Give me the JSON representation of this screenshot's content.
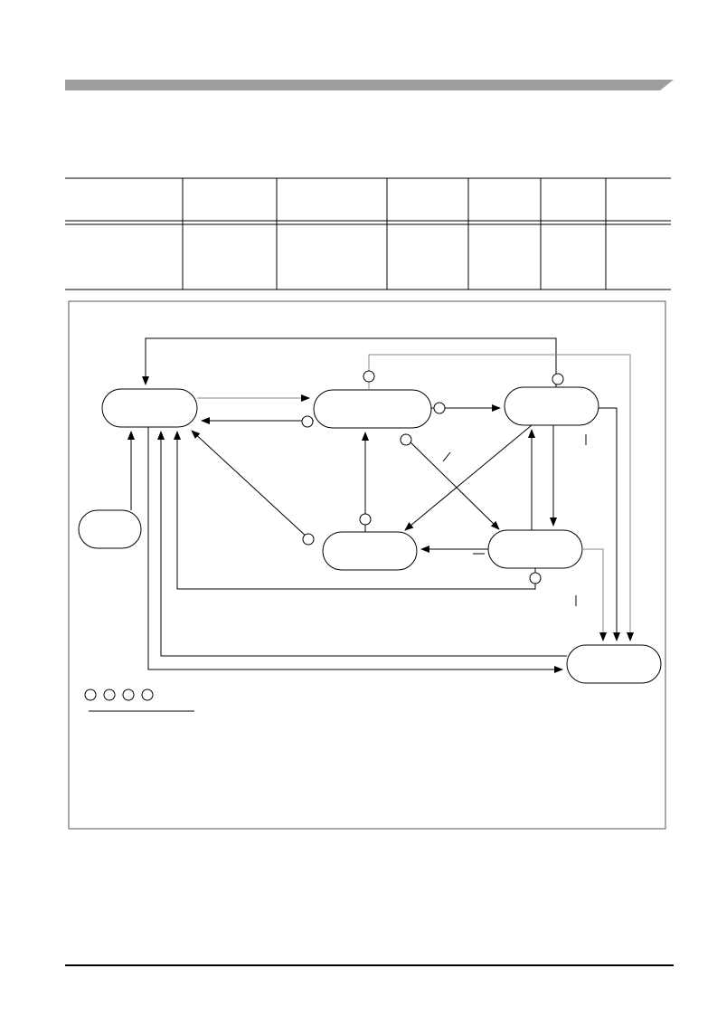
{
  "page": {
    "header_bar_color": "#9e9e9e",
    "line_color": "#000000",
    "secondary_line_color": "#8a8a8a"
  },
  "table": {
    "columns": 7,
    "rows": 2,
    "header_cells": [
      "",
      "",
      "",
      "",
      "",
      "",
      ""
    ],
    "body_cells": [
      "",
      "",
      "",
      "",
      "",
      "",
      ""
    ]
  },
  "diagram": {
    "states": [
      {
        "id": "state-left",
        "label": ""
      },
      {
        "id": "state-center-top",
        "label": ""
      },
      {
        "id": "state-right-top",
        "label": ""
      },
      {
        "id": "state-center-bottom",
        "label": ""
      },
      {
        "id": "state-right-middle",
        "label": ""
      },
      {
        "id": "state-bottom-right",
        "label": ""
      },
      {
        "id": "state-reset",
        "label": ""
      }
    ],
    "legend_circles": 4
  }
}
